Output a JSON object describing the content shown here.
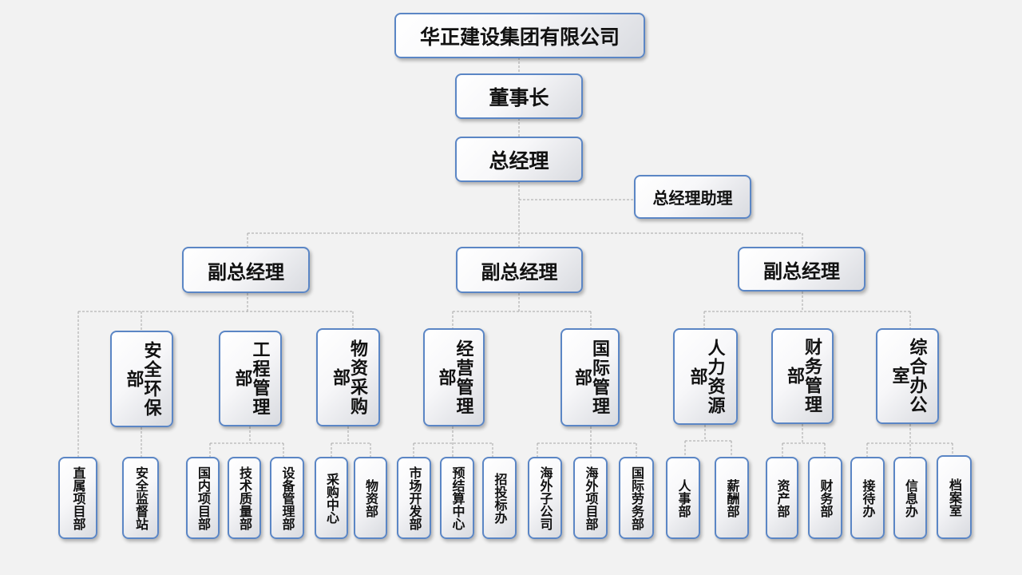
{
  "company": "华正建设集团有限公司",
  "chairman": "董事长",
  "general_manager": "总经理",
  "gm_assistant": "总经理助理",
  "vice_gm_labels": [
    "副总经理",
    "副总经理",
    "副总经理"
  ],
  "departments": [
    "安全环保部",
    "工程管理部",
    "物资采购部",
    "经营管理部",
    "国际管理部",
    "人力资源部",
    "财务管理部",
    "综合办公室"
  ],
  "units": [
    "直属项目部",
    "安全监督站",
    "国内项目部",
    "技术质量部",
    "设备管理部",
    "采购中心",
    "物资部",
    "市场开发部",
    "预结算中心",
    "招投标办",
    "海外子公司",
    "海外项目部",
    "国际劳务部",
    "人事部",
    "薪酬部",
    "资产部",
    "财务部",
    "接待办",
    "信息办",
    "档案室"
  ]
}
